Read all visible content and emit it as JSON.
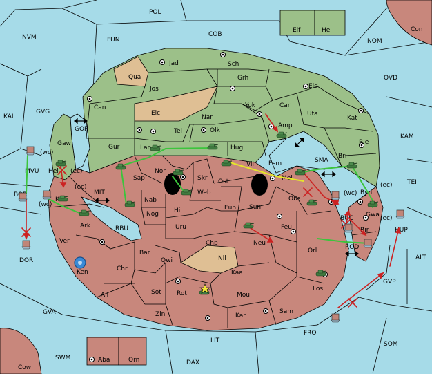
{
  "colors": {
    "sea": "#a6dbe8",
    "power_red": "#c8877c",
    "power_green": "#9cc089",
    "neutral": "#dfbf94",
    "order_green": "#3cc43c",
    "order_red": "#cc2222",
    "order_yellow": "#e6e62a",
    "unit": "#3f7a3f"
  },
  "icons": {
    "army": "tank-icon",
    "fleet": "ship-icon",
    "supply_center": "supply-center-icon",
    "convoy_link": "double-arrow-icon",
    "failed": "cross-icon",
    "dislodged": "explosion-icon"
  },
  "outer_seas": [
    "POL",
    "NVM",
    "FUN",
    "COB",
    "NOM",
    "OVD",
    "KAL",
    "GVG",
    "KAM",
    "TEI",
    "ALT",
    "GVA",
    "FRO",
    "SOM",
    "SWM",
    "LIT",
    "DAX"
  ],
  "corner_lands": [
    "Con",
    "Elf",
    "Hel",
    "Aba",
    "Orn",
    "Cow"
  ],
  "inner_seas": [
    "GOR",
    "MIT",
    "RBU",
    "SMA",
    "BUC",
    "ROD",
    "MVU",
    "BOR",
    "DOR",
    "GVP",
    "HUP"
  ],
  "green_territories": [
    "Jad",
    "Sch",
    "Jos",
    "Grh",
    "Can",
    "Eld",
    "Yok",
    "Car",
    "Nar",
    "Uta",
    "Kat",
    "Amp",
    "Olk",
    "Tel",
    "Gur",
    "Lan",
    "Hug",
    "Rie",
    "Bri",
    "Esm",
    "Gaw",
    "Hel",
    "Byn",
    "Gwa"
  ],
  "red_territories": [
    "Sap",
    "Nor",
    "Skr",
    "Vil",
    "Web",
    "Ost",
    "Mel",
    "Kor",
    "Nab",
    "Hil",
    "Sun",
    "Obs",
    "Eun",
    "Ark",
    "Nog",
    "Uru",
    "Feu",
    "Rir",
    "Ver",
    "Chp",
    "Neu",
    "Orl",
    "Bar",
    "Qwi",
    "Chr",
    "Kaa",
    "Ken",
    "Sot",
    "Rot",
    "Mou",
    "Los",
    "Ail",
    "Zin",
    "Kar",
    "Sam"
  ],
  "neutral_territories": [
    "Qua",
    "Elc",
    "Nil"
  ],
  "coast_tags": [
    "(wc)",
    "(ec)",
    "(ec)",
    "(wc)",
    "(wc)",
    "(ec)",
    "(ec)"
  ]
}
